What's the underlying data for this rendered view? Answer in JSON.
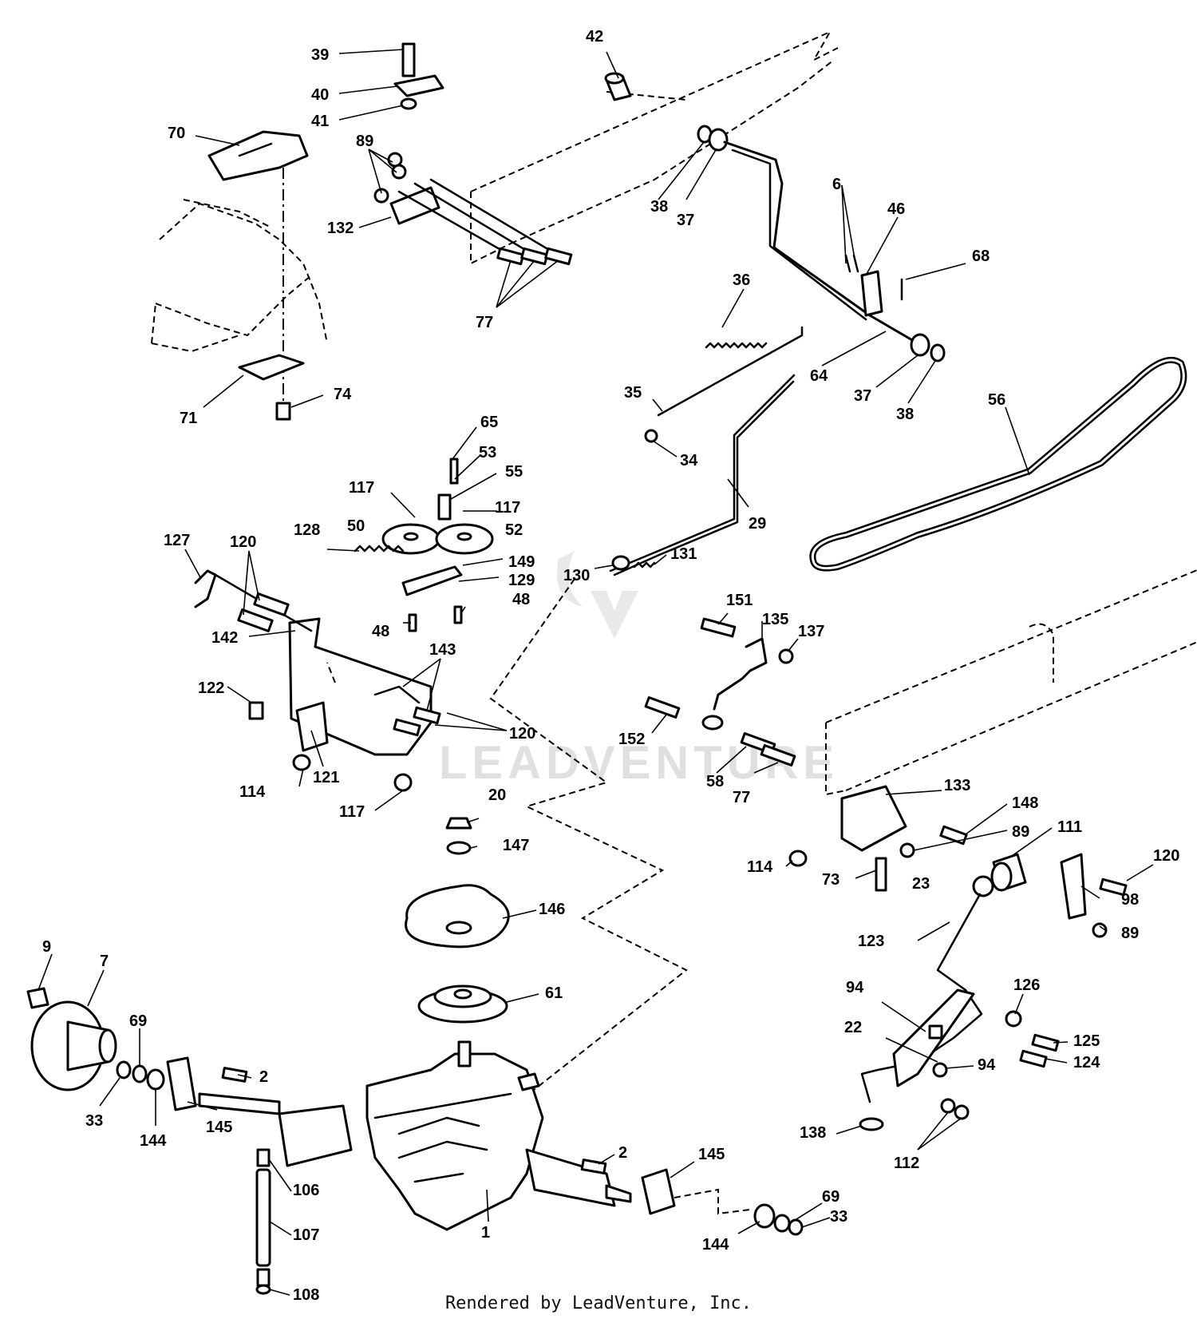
{
  "footer_text": "Rendered by LeadVenture, Inc.",
  "watermark_text": "LEADVENTURE",
  "callouts": [
    {
      "id": "c39",
      "label": "39"
    },
    {
      "id": "c40",
      "label": "40"
    },
    {
      "id": "c41",
      "label": "41"
    },
    {
      "id": "c42",
      "label": "42"
    },
    {
      "id": "c70",
      "label": "70"
    },
    {
      "id": "c89a",
      "label": "89"
    },
    {
      "id": "c132",
      "label": "132"
    },
    {
      "id": "c77a",
      "label": "77"
    },
    {
      "id": "c38a",
      "label": "38"
    },
    {
      "id": "c37a",
      "label": "37"
    },
    {
      "id": "c6",
      "label": "6"
    },
    {
      "id": "c46",
      "label": "46"
    },
    {
      "id": "c68",
      "label": "68"
    },
    {
      "id": "c36",
      "label": "36"
    },
    {
      "id": "c64",
      "label": "64"
    },
    {
      "id": "c37b",
      "label": "37"
    },
    {
      "id": "c38b",
      "label": "38"
    },
    {
      "id": "c56",
      "label": "56"
    },
    {
      "id": "c35",
      "label": "35"
    },
    {
      "id": "c34",
      "label": "34"
    },
    {
      "id": "c29",
      "label": "29"
    },
    {
      "id": "c71",
      "label": "71"
    },
    {
      "id": "c74",
      "label": "74"
    },
    {
      "id": "c65",
      "label": "65"
    },
    {
      "id": "c53",
      "label": "53"
    },
    {
      "id": "c55",
      "label": "55"
    },
    {
      "id": "c117a",
      "label": "117"
    },
    {
      "id": "c117b",
      "label": "117"
    },
    {
      "id": "c50",
      "label": "50"
    },
    {
      "id": "c52",
      "label": "52"
    },
    {
      "id": "c127",
      "label": "127"
    },
    {
      "id": "c120a",
      "label": "120"
    },
    {
      "id": "c128",
      "label": "128"
    },
    {
      "id": "c149",
      "label": "149"
    },
    {
      "id": "c129",
      "label": "129"
    },
    {
      "id": "c48a",
      "label": "48"
    },
    {
      "id": "c48b",
      "label": "48"
    },
    {
      "id": "c130",
      "label": "130"
    },
    {
      "id": "c131",
      "label": "131"
    },
    {
      "id": "c142",
      "label": "142"
    },
    {
      "id": "c143",
      "label": "143"
    },
    {
      "id": "c122",
      "label": "122"
    },
    {
      "id": "c120b",
      "label": "120"
    },
    {
      "id": "c114a",
      "label": "114"
    },
    {
      "id": "c121",
      "label": "121"
    },
    {
      "id": "c117c",
      "label": "117"
    },
    {
      "id": "c151",
      "label": "151"
    },
    {
      "id": "c135",
      "label": "135"
    },
    {
      "id": "c137",
      "label": "137"
    },
    {
      "id": "c152",
      "label": "152"
    },
    {
      "id": "c58",
      "label": "58"
    },
    {
      "id": "c77b",
      "label": "77"
    },
    {
      "id": "c133",
      "label": "133"
    },
    {
      "id": "c148",
      "label": "148"
    },
    {
      "id": "c89b",
      "label": "89"
    },
    {
      "id": "c111",
      "label": "111"
    },
    {
      "id": "c114b",
      "label": "114"
    },
    {
      "id": "c73",
      "label": "73"
    },
    {
      "id": "c23",
      "label": "23"
    },
    {
      "id": "c120c",
      "label": "120"
    },
    {
      "id": "c98",
      "label": "98"
    },
    {
      "id": "c89c",
      "label": "89"
    },
    {
      "id": "c20",
      "label": "20"
    },
    {
      "id": "c147",
      "label": "147"
    },
    {
      "id": "c146",
      "label": "146"
    },
    {
      "id": "c61",
      "label": "61"
    },
    {
      "id": "c123",
      "label": "123"
    },
    {
      "id": "c94a",
      "label": "94"
    },
    {
      "id": "c126",
      "label": "126"
    },
    {
      "id": "c22",
      "label": "22"
    },
    {
      "id": "c125",
      "label": "125"
    },
    {
      "id": "c124",
      "label": "124"
    },
    {
      "id": "c94b",
      "label": "94"
    },
    {
      "id": "c138",
      "label": "138"
    },
    {
      "id": "c112",
      "label": "112"
    },
    {
      "id": "c9",
      "label": "9"
    },
    {
      "id": "c7",
      "label": "7"
    },
    {
      "id": "c69a",
      "label": "69"
    },
    {
      "id": "c2a",
      "label": "2"
    },
    {
      "id": "c33a",
      "label": "33"
    },
    {
      "id": "c144a",
      "label": "144"
    },
    {
      "id": "c145a",
      "label": "145"
    },
    {
      "id": "c2b",
      "label": "2"
    },
    {
      "id": "c145b",
      "label": "145"
    },
    {
      "id": "c106",
      "label": "106"
    },
    {
      "id": "c107",
      "label": "107"
    },
    {
      "id": "c108",
      "label": "108"
    },
    {
      "id": "c1",
      "label": "1"
    },
    {
      "id": "c144b",
      "label": "144"
    },
    {
      "id": "c69b",
      "label": "69"
    },
    {
      "id": "c33b",
      "label": "33"
    }
  ]
}
